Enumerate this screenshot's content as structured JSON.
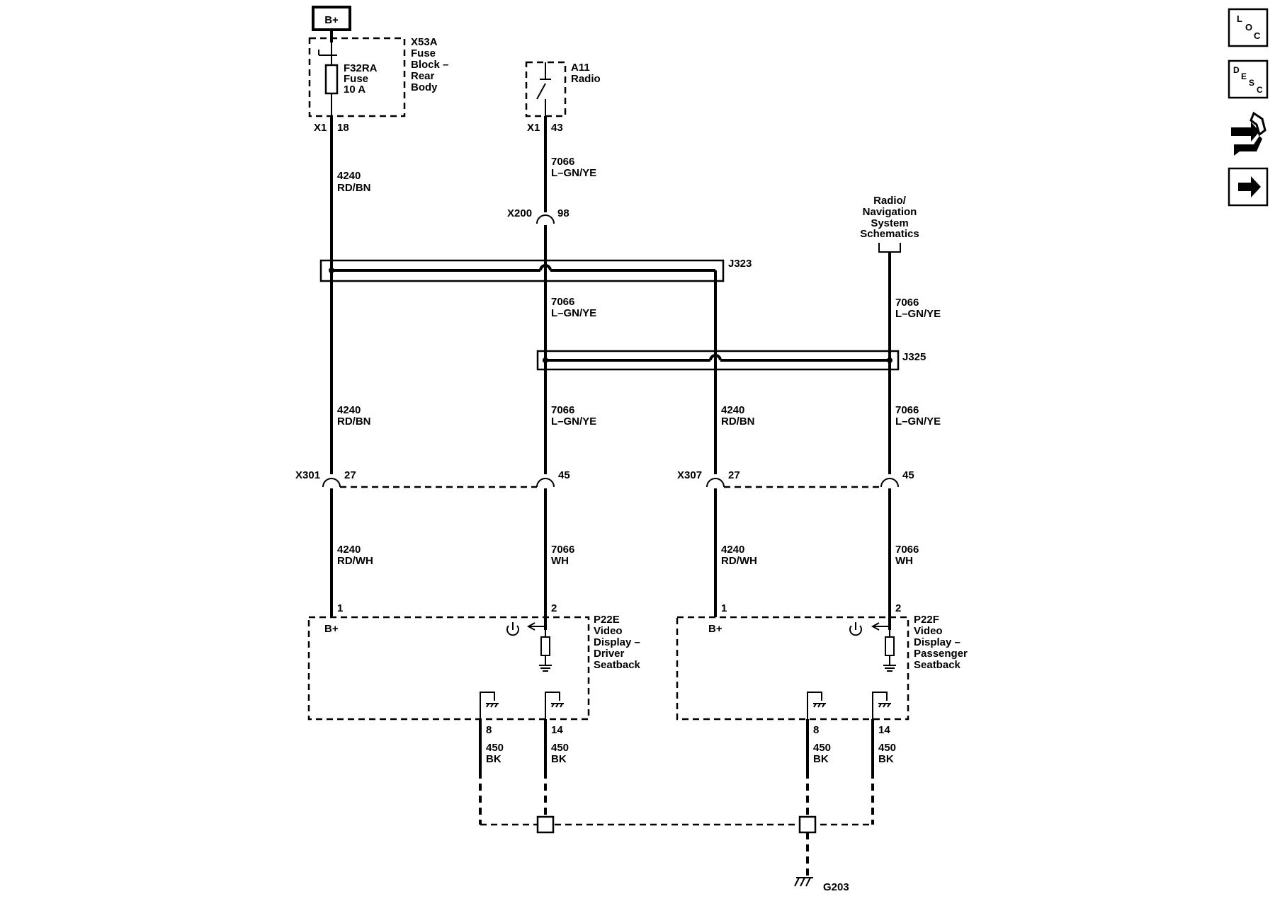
{
  "power": {
    "label": "B+"
  },
  "fuse_block": {
    "name_lines": [
      "X53A",
      "Fuse",
      "Block –",
      "Rear",
      "Body"
    ],
    "fuse_lines": [
      "F32RA",
      "Fuse",
      "10 A"
    ],
    "connector": "X1",
    "pin": "18"
  },
  "radio": {
    "name_lines": [
      "A11",
      "Radio"
    ],
    "connector": "X1",
    "pin": "43"
  },
  "nav_ref": {
    "lines": [
      "Radio/",
      "Navigation",
      "System",
      "Schematics"
    ]
  },
  "wires": {
    "w4240_rdbn": [
      "4240",
      "RD/BN"
    ],
    "w7066_lgnye": [
      "7066",
      "L–GN/YE"
    ],
    "w4240_rdwh": [
      "4240",
      "RD/WH"
    ],
    "w7066_wh": [
      "7066",
      "WH"
    ],
    "w450_bk": [
      "450",
      "BK"
    ]
  },
  "connectors": {
    "x200": {
      "name": "X200",
      "pin": "98"
    },
    "x301": {
      "name": "X301",
      "pin_a": "27",
      "pin_b": "45"
    },
    "x307": {
      "name": "X307",
      "pin_a": "27",
      "pin_b": "45"
    }
  },
  "splices": {
    "j323": "J323",
    "j325": "J325"
  },
  "driver_display": {
    "name_lines": [
      "P22E",
      "Video",
      "Display –",
      "Driver",
      "Seatback"
    ],
    "bplus": "B+",
    "pins": {
      "p1": "1",
      "p2": "2",
      "p8": "8",
      "p14": "14"
    }
  },
  "passenger_display": {
    "name_lines": [
      "P22F",
      "Video",
      "Display –",
      "Passenger",
      "Seatback"
    ],
    "bplus": "B+",
    "pins": {
      "p1": "1",
      "p2": "2",
      "p8": "8",
      "p14": "14"
    }
  },
  "ground": {
    "label": "G203"
  },
  "sidebar": {
    "loc": {
      "letters": [
        "L",
        "O",
        "C"
      ],
      "icon": "location-icon"
    },
    "desc": {
      "letters": [
        "D",
        "E",
        "S",
        "C"
      ],
      "icon": "description-icon"
    },
    "connector_icon": "connector-wrench-icon",
    "next_icon": "arrow-right-icon"
  }
}
